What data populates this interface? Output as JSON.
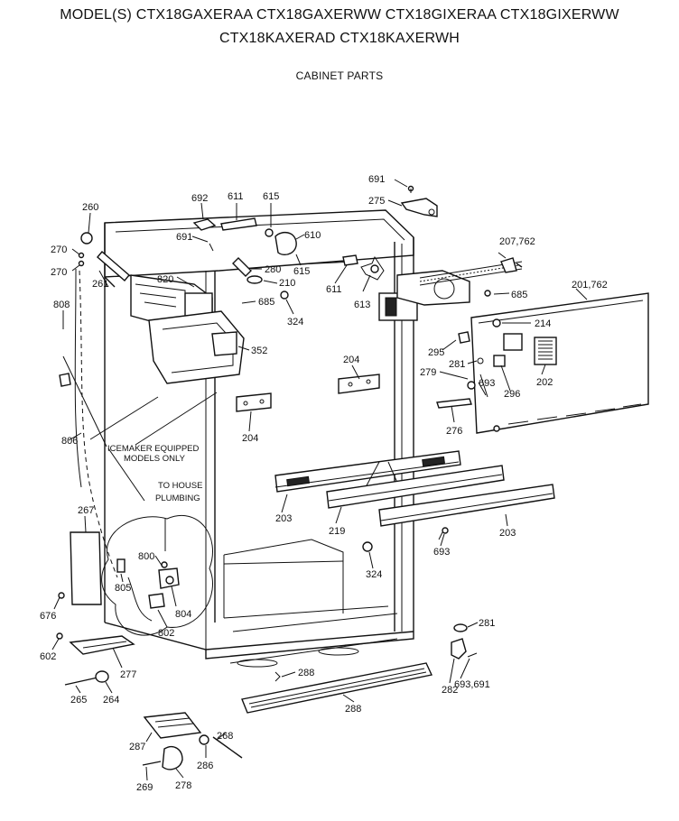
{
  "header": {
    "models_line1": "MODEL(S) CTX18GAXERAA CTX18GAXERWW CTX18GIXERAA CTX18GIXERWW",
    "models_line2": "CTX18KAXERAD CTX18KAXERWH",
    "section_title": "CABINET PARTS"
  },
  "notes": {
    "icemaker_line1": "ICEMAKER EQUIPPED",
    "icemaker_line2": "MODELS ONLY",
    "house_line1": "TO HOUSE",
    "house_line2": "PLUMBING"
  },
  "callouts": {
    "c691a": "691",
    "c275": "275",
    "c692": "692",
    "c611a": "611",
    "c615a": "615",
    "c260": "260",
    "c691b": "691",
    "c610": "610",
    "c207_762": "207,762",
    "c270a": "270",
    "c270b": "270",
    "c280": "280",
    "c615b": "615",
    "c820": "820",
    "c261": "261",
    "c210": "210",
    "c611b": "611",
    "c685a": "685",
    "c685b": "685",
    "c201_762": "201,762",
    "c613": "613",
    "c808": "808",
    "c324a": "324",
    "c214": "214",
    "c352": "352",
    "c295": "295",
    "c204a": "204",
    "c281a": "281",
    "c279": "279",
    "c693a": "693",
    "c296": "296",
    "c202": "202",
    "c204b": "204",
    "c276": "276",
    "c806": "806",
    "c203a": "203",
    "c219": "219",
    "c203b": "203",
    "c267": "267",
    "c693b": "693",
    "c800": "800",
    "c324b": "324",
    "c805": "805",
    "c804": "804",
    "c676": "676",
    "c802": "802",
    "c281b": "281",
    "c602": "602",
    "c277": "277",
    "c288a": "288",
    "c693_691": "693,691",
    "c265": "265",
    "c264": "264",
    "c282": "282",
    "c288b": "288",
    "c268": "268",
    "c287": "287",
    "c286": "286",
    "c269": "269",
    "c278": "278"
  }
}
